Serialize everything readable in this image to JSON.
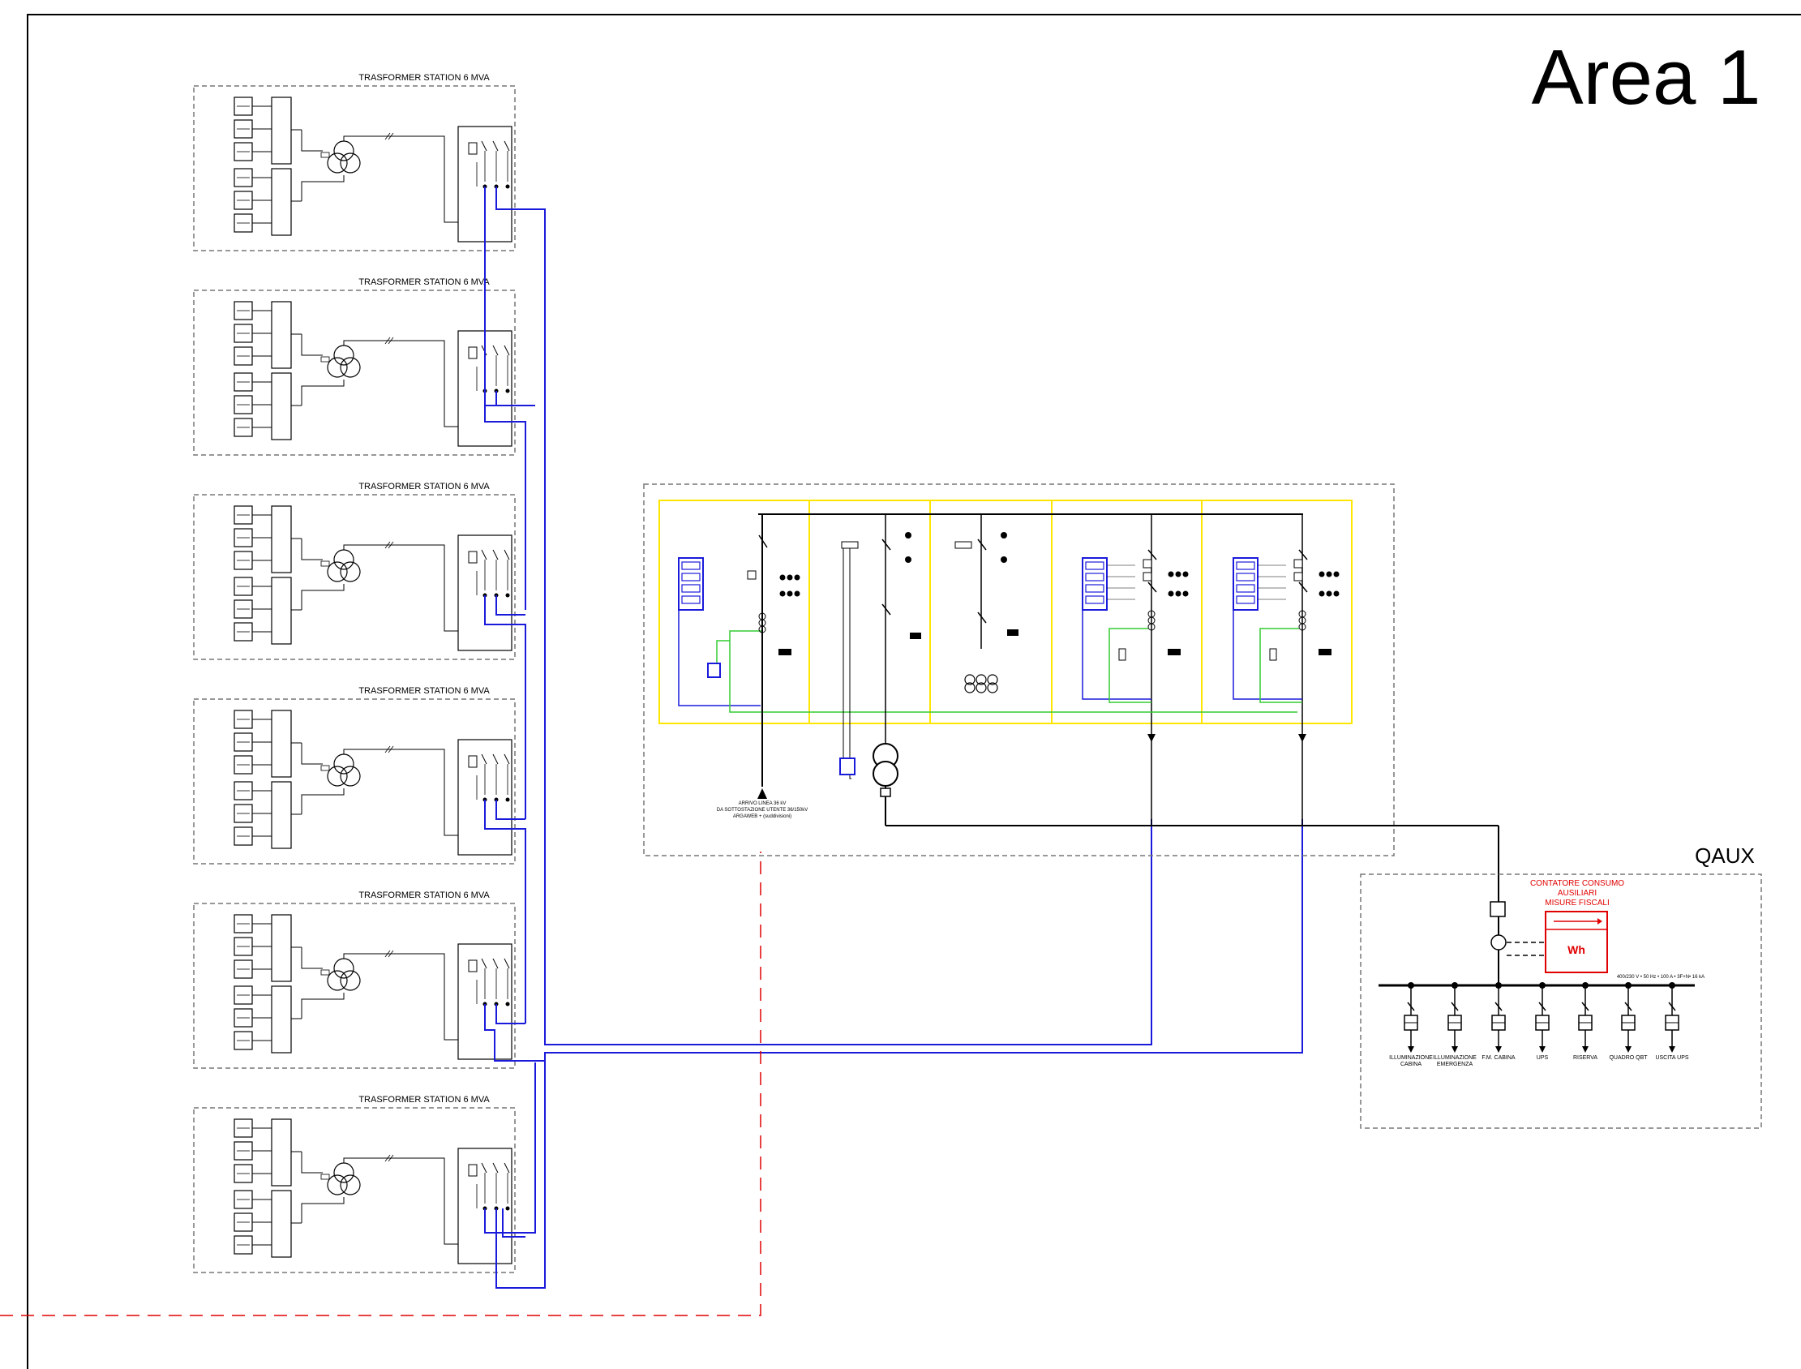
{
  "area_title": "Area 1",
  "transformer_station_label": "TRASFORMER STATION 6 MVA",
  "transformer_station_count": 6,
  "incoming_line_text": [
    "ARRIVO LINEA 36 kV",
    "DA SOTTOSTAZIONE UTENTE 36/150kV",
    "ARGAWEB + (suddivisioni)"
  ],
  "qaux": {
    "title": "QAUX",
    "meter_header": [
      "CONTATORE CONSUMO",
      "AUSILIARI",
      "MISURE FISCALI"
    ],
    "meter_symbol": "Wh",
    "busbar_spec": "400/230 V • 50 Hz • 100 A • 3F+N• 16 kA",
    "feeders": [
      [
        "ILLUMINAZIONE",
        "CABINA"
      ],
      [
        "ILLUMINAZIONE",
        "EMERGENZA"
      ],
      [
        "F.M. CABINA",
        ""
      ],
      [
        "UPS",
        ""
      ],
      [
        "RISERVA",
        ""
      ],
      [
        "QUADRO QBT",
        ""
      ],
      [
        "USCITA UPS",
        ""
      ]
    ]
  },
  "colors": {
    "frame": "#000000",
    "dashed_box": "#777777",
    "blue_cable": "#1a1adb",
    "green_wire": "#33cc33",
    "yellow_panel": "#ffe600",
    "red_meter": "#e00000",
    "red_dashed": "#e00000"
  }
}
